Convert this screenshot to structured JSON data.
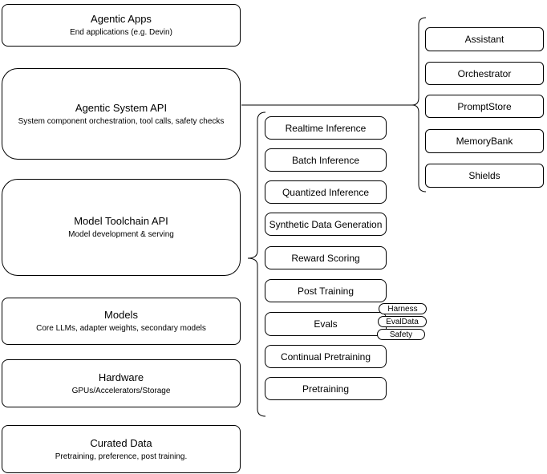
{
  "diagram": {
    "left_column": [
      {
        "title": "Agentic Apps",
        "subtitle": "End applications (e.g. Devin)"
      },
      {
        "title": "Agentic System API",
        "subtitle": "System component orchestration, tool calls, safety checks"
      },
      {
        "title": "Model Toolchain API",
        "subtitle": "Model development & serving"
      },
      {
        "title": "Models",
        "subtitle": "Core LLMs, adapter weights, secondary models"
      },
      {
        "title": "Hardware",
        "subtitle": "GPUs/Accelerators/Storage"
      },
      {
        "title": "Curated Data",
        "subtitle": "Pretraining, preference, post training."
      }
    ],
    "toolchain_components": [
      "Realtime Inference",
      "Batch Inference",
      "Quantized Inference",
      "Synthetic Data Generation",
      "Reward Scoring",
      "Post Training",
      "Evals",
      "Continual Pretraining",
      "Pretraining"
    ],
    "eval_tags": [
      "Harness",
      "EvalData",
      "Safety"
    ],
    "system_components": [
      "Assistant",
      "Orchestrator",
      "PromptStore",
      "MemoryBank",
      "Shields"
    ],
    "colors": {
      "stroke": "#000000",
      "fill": "#ffffff",
      "text": "#000000",
      "background": "#ffffff"
    }
  }
}
